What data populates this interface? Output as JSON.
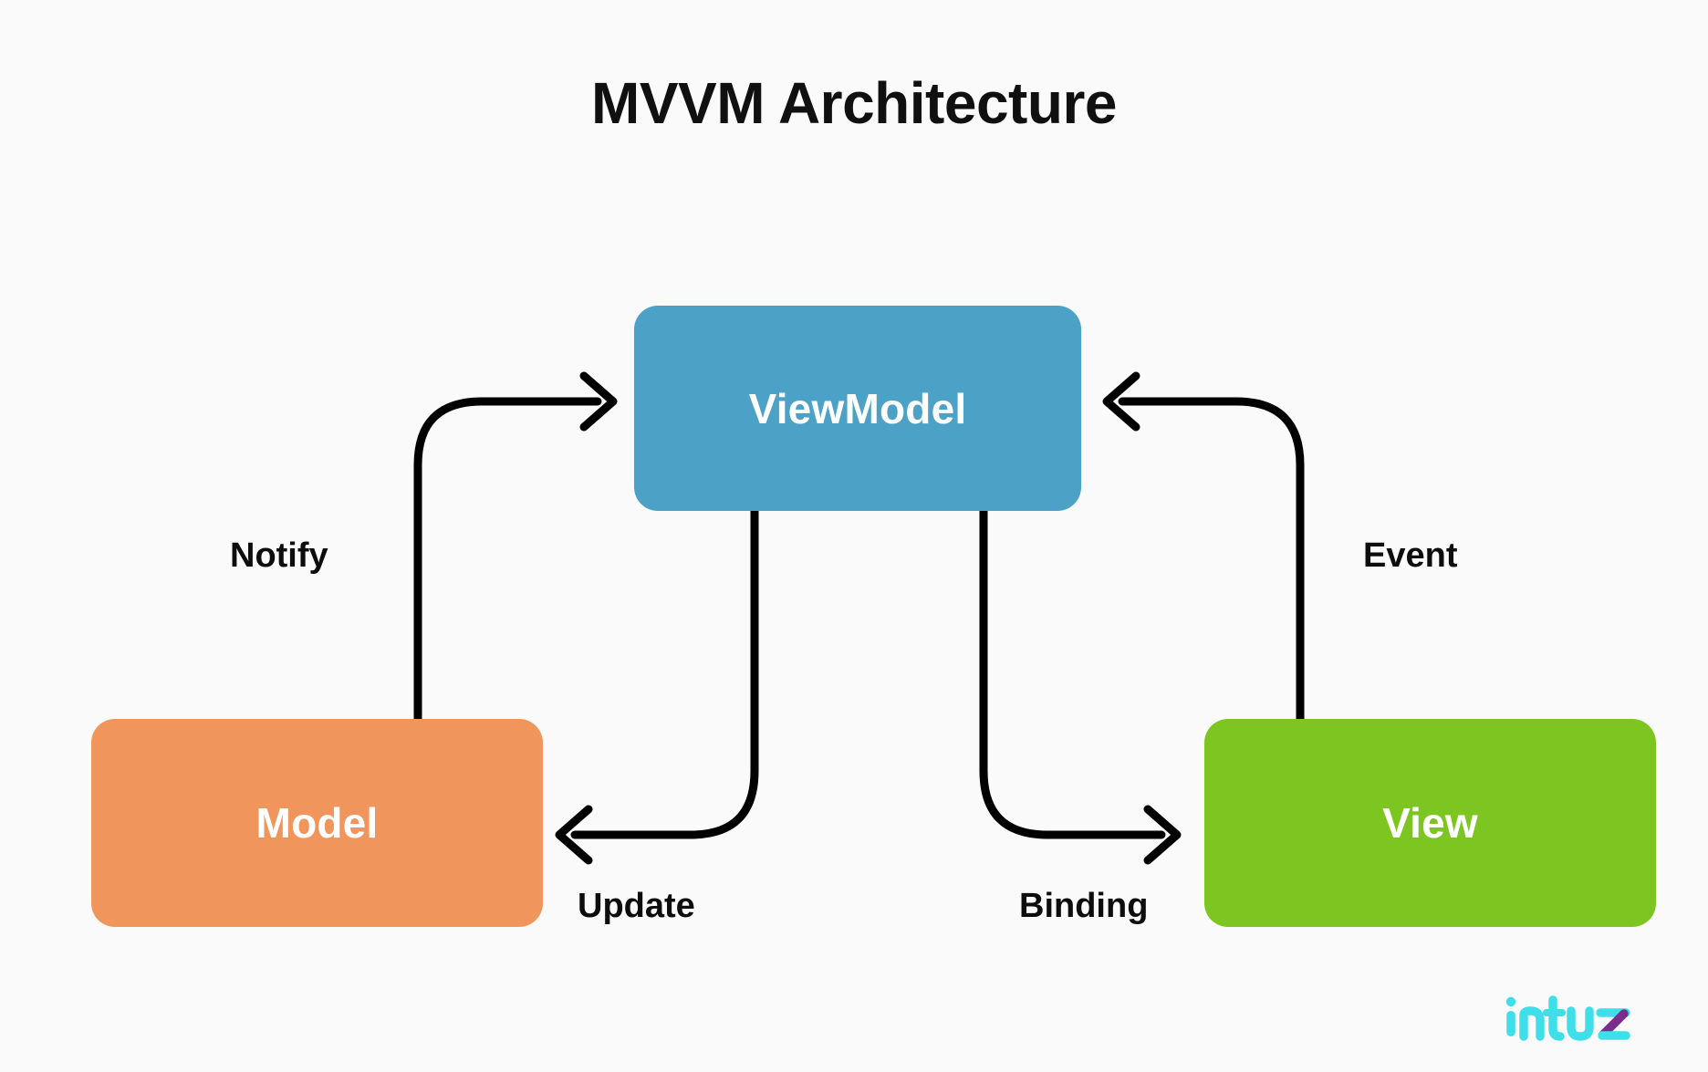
{
  "page": {
    "title": "MVVM Architecture",
    "background_color": "#fafafa",
    "text_color": "#101010"
  },
  "nodes": [
    {
      "id": "viewmodel",
      "label": "ViewModel",
      "color": "#4ba2c6",
      "text_color": "#ffffff"
    },
    {
      "id": "model",
      "label": "Model",
      "color": "#f0965d",
      "text_color": "#ffffff"
    },
    {
      "id": "view",
      "label": "View",
      "color": "#7dc622",
      "text_color": "#ffffff"
    }
  ],
  "edges": [
    {
      "id": "notify",
      "label": "Notify",
      "from": "model",
      "to": "viewmodel",
      "color": "#000000"
    },
    {
      "id": "update",
      "label": "Update",
      "from": "viewmodel",
      "to": "model",
      "color": "#000000"
    },
    {
      "id": "binding",
      "label": "Binding",
      "from": "viewmodel",
      "to": "view",
      "color": "#000000"
    },
    {
      "id": "event",
      "label": "Event",
      "from": "view",
      "to": "viewmodel",
      "color": "#000000"
    }
  ],
  "brand": {
    "name": "intuz",
    "primary_color": "#3edfe8",
    "accent_color": "#7b2d8e"
  }
}
